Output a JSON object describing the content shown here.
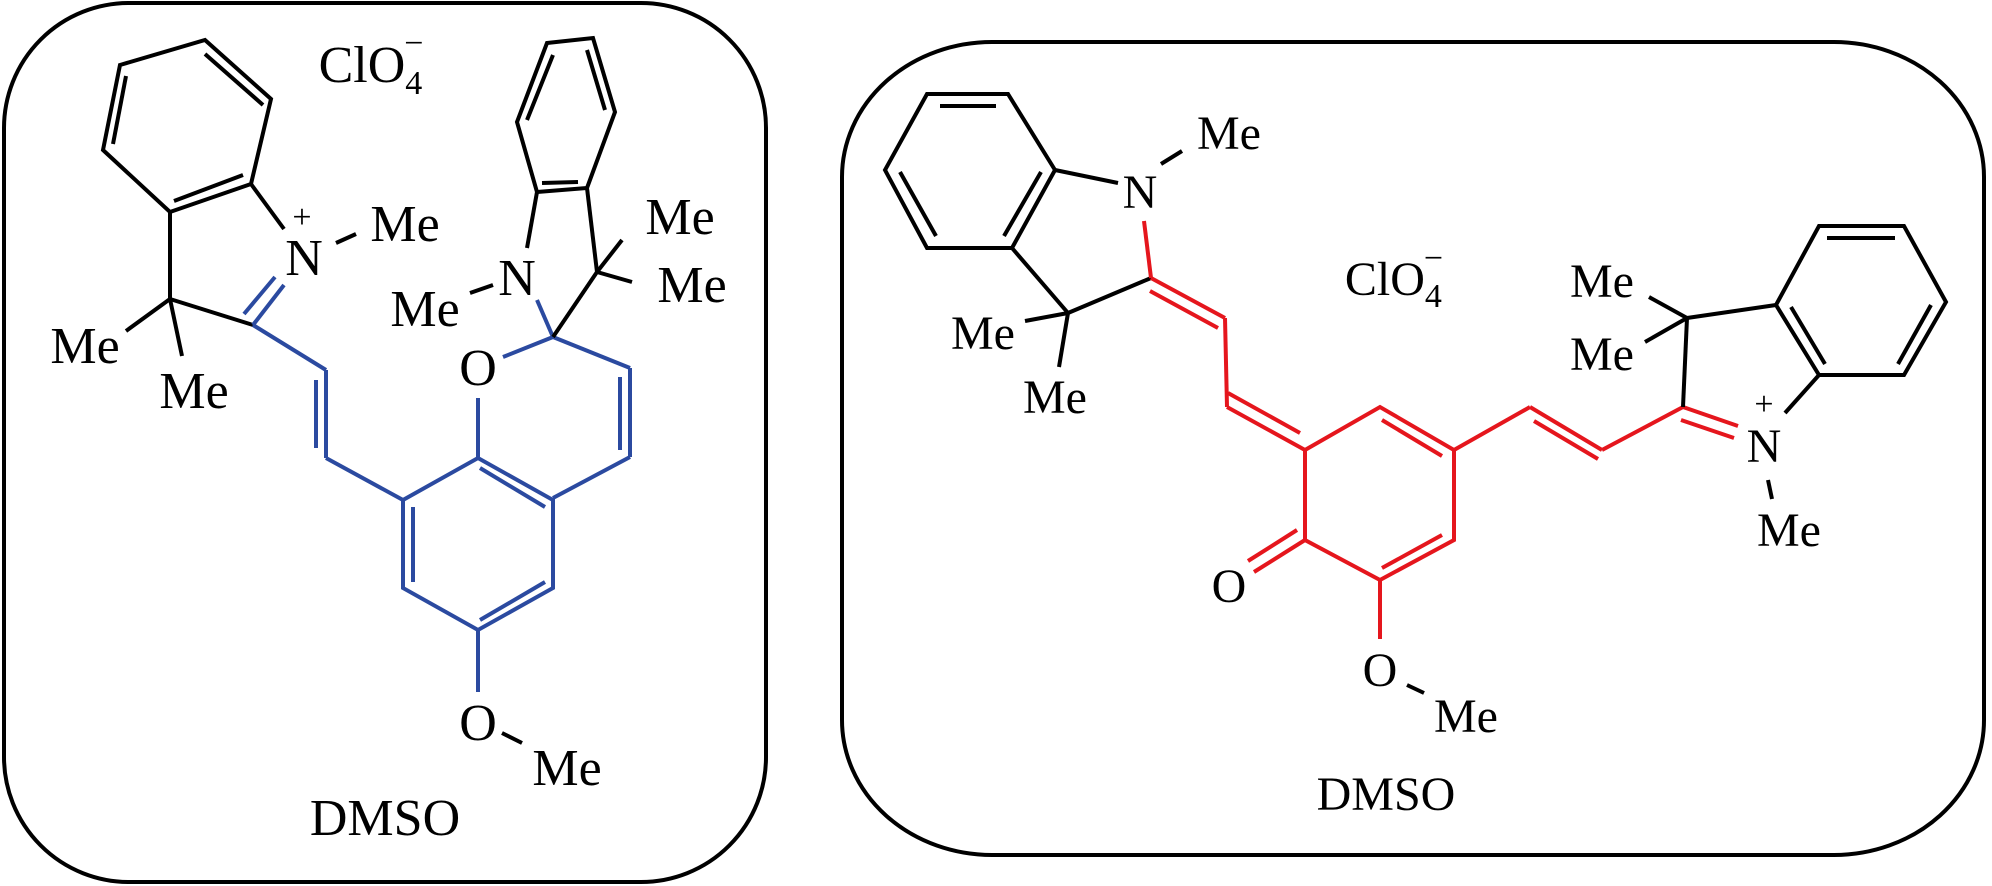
{
  "panels": [
    {
      "name": "spiropyran-form",
      "counterion": {
        "main": "ClO",
        "subscript": "4",
        "charge": "−"
      },
      "solvent": "DMSO",
      "atoms": {
        "n_plus": "N",
        "plus": "+",
        "n_methyl": "Me",
        "c3_methyl_a": "Me",
        "c3_methyl_b": "Me",
        "n2": "N",
        "n2_methyl": "Me",
        "c3b_methyl_a": "Me",
        "c3b_methyl_b": "Me",
        "ring_o": "O",
        "methoxy_o": "O",
        "methoxy_me": "Me"
      },
      "highlight_color": "#2b4aa0"
    },
    {
      "name": "merocyanine-form",
      "counterion": {
        "main": "ClO",
        "subscript": "4",
        "charge": "−"
      },
      "solvent": "DMSO",
      "atoms": {
        "n1": "N",
        "n1_methyl": "Me",
        "c3_methyl_a": "Me",
        "c3_methyl_b": "Me",
        "carbonyl_o": "O",
        "methoxy_o": "O",
        "methoxy_me": "Me",
        "c3b_methyl_a": "Me",
        "c3b_methyl_b": "Me",
        "n_plus": "N",
        "plus": "+",
        "n_plus_methyl": "Me"
      },
      "highlight_color": "#e5161d"
    }
  ]
}
